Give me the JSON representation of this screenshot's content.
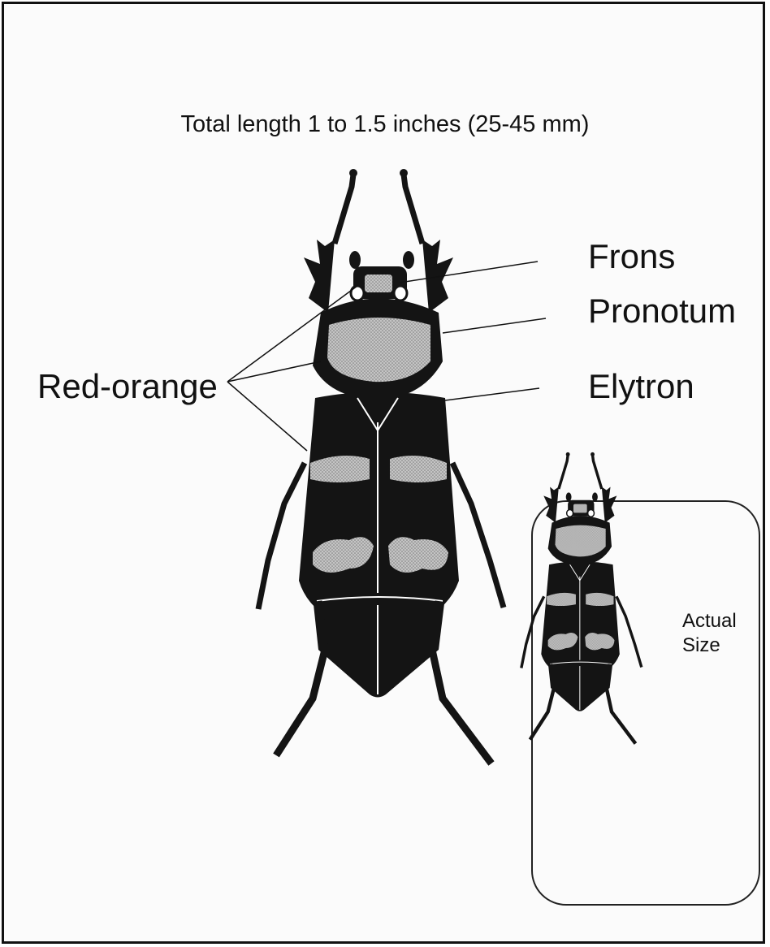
{
  "figure": {
    "title": "Total length 1 to 1.5 inches (25-45 mm)",
    "labels": {
      "frons": "Frons",
      "pronotum": "Pronotum",
      "elytron": "Elytron",
      "red_orange": "Red-orange"
    },
    "inset": {
      "line1": "Actual",
      "line2": "Size"
    },
    "colors": {
      "body": "#141414",
      "markings": "#b9b9b9",
      "ink": "#111111"
    }
  }
}
